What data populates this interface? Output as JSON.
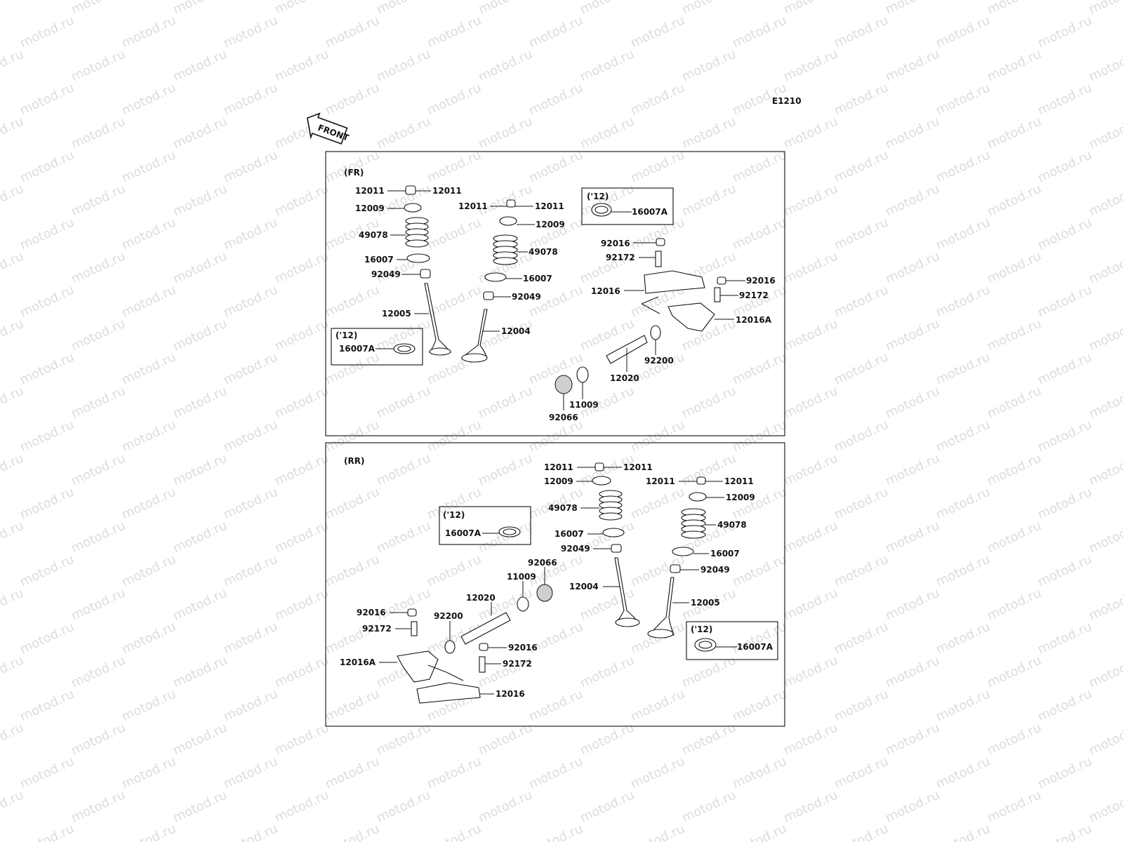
{
  "watermark": "motod.ru",
  "diagram_code": "E1210",
  "front_label": "FRONT",
  "panels": {
    "fr": {
      "title": "(FR)",
      "callouts": [
        {
          "name": "label-12011-a",
          "text": "12011"
        },
        {
          "name": "label-12011-b",
          "text": "12011"
        },
        {
          "name": "label-12009-a",
          "text": "12009"
        },
        {
          "name": "label-49078-a",
          "text": "49078"
        },
        {
          "name": "label-16007-a",
          "text": "16007"
        },
        {
          "name": "label-92049-a",
          "text": "92049"
        },
        {
          "name": "label-12005",
          "text": "12005"
        },
        {
          "name": "label-12011-c",
          "text": "12011"
        },
        {
          "name": "label-12011-d",
          "text": "12011"
        },
        {
          "name": "label-12009-b",
          "text": "12009"
        },
        {
          "name": "label-49078-b",
          "text": "49078"
        },
        {
          "name": "label-16007-b",
          "text": "16007"
        },
        {
          "name": "label-92049-b",
          "text": "92049"
        },
        {
          "name": "label-12004",
          "text": "12004"
        },
        {
          "name": "label-92016-a",
          "text": "92016"
        },
        {
          "name": "label-92172-a",
          "text": "92172"
        },
        {
          "name": "label-12016",
          "text": "12016"
        },
        {
          "name": "label-92016-b",
          "text": "92016"
        },
        {
          "name": "label-92172-b",
          "text": "92172"
        },
        {
          "name": "label-12016a",
          "text": "12016A"
        },
        {
          "name": "label-92200",
          "text": "92200"
        },
        {
          "name": "label-12020",
          "text": "12020"
        },
        {
          "name": "label-11009",
          "text": "11009"
        },
        {
          "name": "label-92066",
          "text": "92066"
        }
      ],
      "inset_boxes": [
        {
          "year": "('12)",
          "part": "16007A"
        },
        {
          "year": "('12)",
          "part": "16007A"
        }
      ]
    },
    "rr": {
      "title": "(RR)",
      "callouts": [
        {
          "name": "label-12011-a",
          "text": "12011"
        },
        {
          "name": "label-12011-b",
          "text": "12011"
        },
        {
          "name": "label-12009-a",
          "text": "12009"
        },
        {
          "name": "label-49078-a",
          "text": "49078"
        },
        {
          "name": "label-16007-a",
          "text": "16007"
        },
        {
          "name": "label-92049-a",
          "text": "92049"
        },
        {
          "name": "label-12004",
          "text": "12004"
        },
        {
          "name": "label-12011-c",
          "text": "12011"
        },
        {
          "name": "label-12011-d",
          "text": "12011"
        },
        {
          "name": "label-12009-b",
          "text": "12009"
        },
        {
          "name": "label-49078-b",
          "text": "49078"
        },
        {
          "name": "label-16007-b",
          "text": "16007"
        },
        {
          "name": "label-92049-b",
          "text": "92049"
        },
        {
          "name": "label-12005",
          "text": "12005"
        },
        {
          "name": "label-92066",
          "text": "92066"
        },
        {
          "name": "label-11009",
          "text": "11009"
        },
        {
          "name": "label-12020",
          "text": "12020"
        },
        {
          "name": "label-92016-a",
          "text": "92016"
        },
        {
          "name": "label-92200",
          "text": "92200"
        },
        {
          "name": "label-92172-a",
          "text": "92172"
        },
        {
          "name": "label-92016-b",
          "text": "92016"
        },
        {
          "name": "label-12016a",
          "text": "12016A"
        },
        {
          "name": "label-92172-b",
          "text": "92172"
        },
        {
          "name": "label-12016",
          "text": "12016"
        }
      ],
      "inset_boxes": [
        {
          "year": "('12)",
          "part": "16007A"
        },
        {
          "year": "('12)",
          "part": "16007A"
        }
      ]
    }
  }
}
